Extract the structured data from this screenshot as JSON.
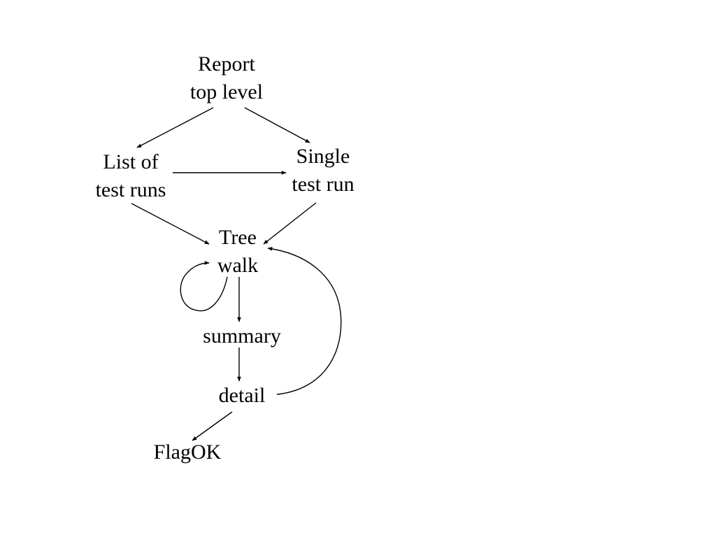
{
  "diagram": {
    "nodes": {
      "report": {
        "line1": "Report",
        "line2": "top level"
      },
      "list_runs": {
        "line1": "List of",
        "line2": "test runs"
      },
      "single_run": {
        "line1": "Single",
        "line2": "test run"
      },
      "tree_walk": {
        "line1": "Tree",
        "line2": "walk"
      },
      "summary": {
        "label": "summary"
      },
      "detail": {
        "label": "detail"
      },
      "flagok": {
        "label": "FlagOK"
      }
    },
    "edges": [
      {
        "from": "report",
        "to": "list_runs"
      },
      {
        "from": "report",
        "to": "single_run"
      },
      {
        "from": "list_runs",
        "to": "single_run"
      },
      {
        "from": "list_runs",
        "to": "tree_walk"
      },
      {
        "from": "single_run",
        "to": "tree_walk"
      },
      {
        "from": "tree_walk",
        "to": "tree_walk"
      },
      {
        "from": "tree_walk",
        "to": "summary"
      },
      {
        "from": "summary",
        "to": "detail"
      },
      {
        "from": "detail",
        "to": "tree_walk"
      },
      {
        "from": "detail",
        "to": "flagok"
      }
    ]
  }
}
